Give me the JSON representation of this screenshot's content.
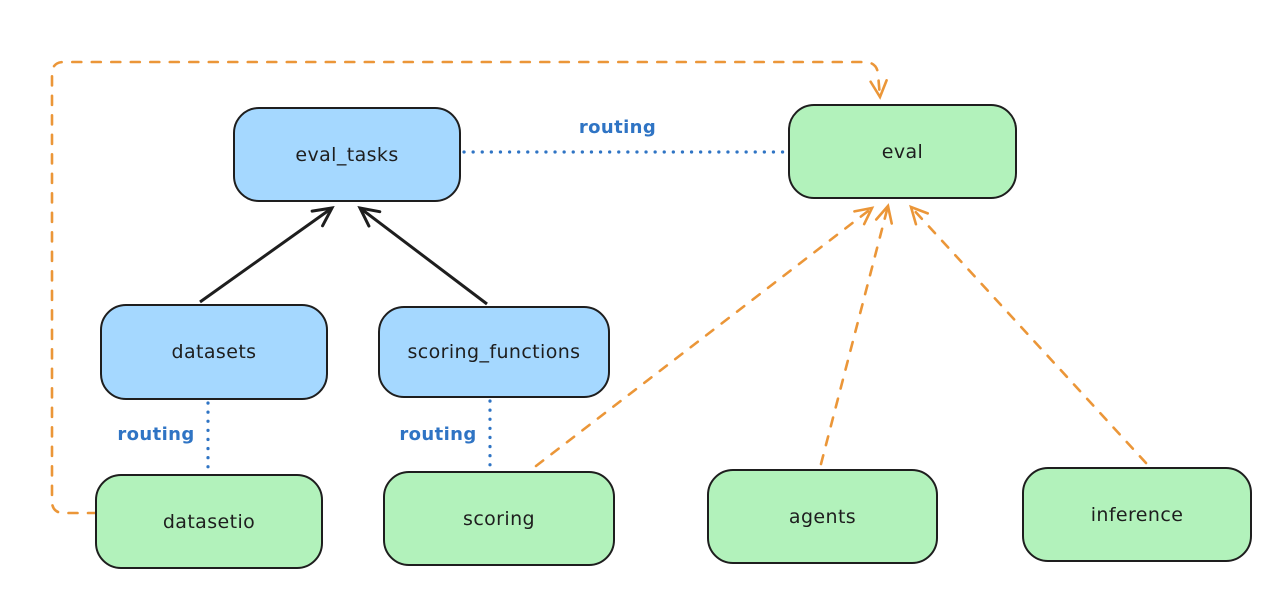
{
  "diagram": {
    "background": "#ffffff",
    "colors": {
      "registry_node_fill": "#a5d8ff",
      "provider_node_fill": "#b2f2bb",
      "node_stroke": "#1e1e1e",
      "solid_arrow": "#1e1e1e",
      "dashed_arrow_orange": "#eb9638",
      "routing_blue": "#2f74c4"
    },
    "nodes": [
      {
        "id": "eval_tasks",
        "label": "eval_tasks",
        "fill": "blue"
      },
      {
        "id": "eval",
        "label": "eval",
        "fill": "green"
      },
      {
        "id": "datasets",
        "label": "datasets",
        "fill": "blue"
      },
      {
        "id": "scoring_functions",
        "label": "scoring_functions",
        "fill": "blue"
      },
      {
        "id": "datasetio",
        "label": "datasetio",
        "fill": "green"
      },
      {
        "id": "scoring",
        "label": "scoring",
        "fill": "green"
      },
      {
        "id": "agents",
        "label": "agents",
        "fill": "green"
      },
      {
        "id": "inference",
        "label": "inference",
        "fill": "green"
      }
    ],
    "edge_labels": [
      {
        "id": "routing-eval_tasks-eval",
        "label": "routing"
      },
      {
        "id": "routing-datasets-datasetio",
        "label": "routing"
      },
      {
        "id": "routing-scoring_functions-scoring",
        "label": "routing"
      }
    ],
    "edges": [
      {
        "from": "datasets",
        "to": "eval_tasks",
        "style": "solid-black-arrow"
      },
      {
        "from": "scoring_functions",
        "to": "eval_tasks",
        "style": "solid-black-arrow"
      },
      {
        "from": "eval_tasks",
        "to": "eval",
        "style": "dotted-blue",
        "label": "routing"
      },
      {
        "from": "datasets",
        "to": "datasetio",
        "style": "dotted-blue",
        "label": "routing"
      },
      {
        "from": "scoring_functions",
        "to": "scoring",
        "style": "dotted-blue",
        "label": "routing"
      },
      {
        "from": "datasetio",
        "to": "eval",
        "style": "dashed-orange-arrow"
      },
      {
        "from": "scoring",
        "to": "eval",
        "style": "dashed-orange-arrow"
      },
      {
        "from": "agents",
        "to": "eval",
        "style": "dashed-orange-arrow"
      },
      {
        "from": "inference",
        "to": "eval",
        "style": "dashed-orange-arrow"
      }
    ]
  }
}
